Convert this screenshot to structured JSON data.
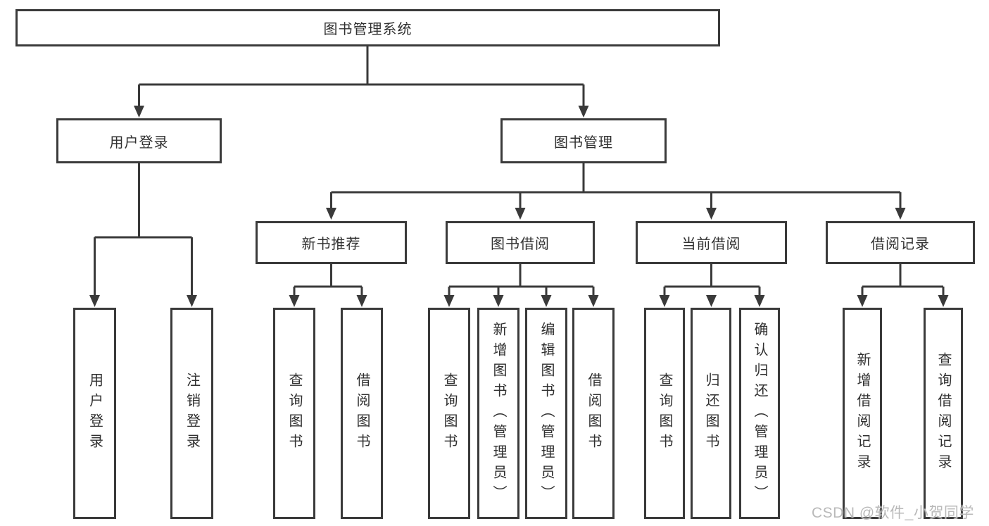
{
  "colors": {
    "line": "#3a3a3a",
    "box_border": "#3a3a3a",
    "text": "#303030",
    "background": "#ffffff",
    "watermark": "#b9b9b9"
  },
  "nodes": {
    "root": "图书管理系统",
    "branches": {
      "login": "用户登录",
      "manage": "图书管理"
    },
    "modules": {
      "recommend": "新书推荐",
      "borrow": "图书借阅",
      "current": "当前借阅",
      "records": "借阅记录"
    },
    "leaves": {
      "login": [
        "用户登录",
        "注销登录"
      ],
      "recommend": [
        "查询图书",
        "借阅图书"
      ],
      "borrow": [
        "查询图书",
        "新增图书（管理员）",
        "编辑图书（管理员）",
        "借阅图书"
      ],
      "current": [
        "查询图书",
        "归还图书",
        "确认归还（管理员）"
      ],
      "records": [
        "新增借阅记录",
        "查询借阅记录"
      ]
    }
  },
  "watermark": {
    "text": "CSDN @软件_小贺同学"
  }
}
